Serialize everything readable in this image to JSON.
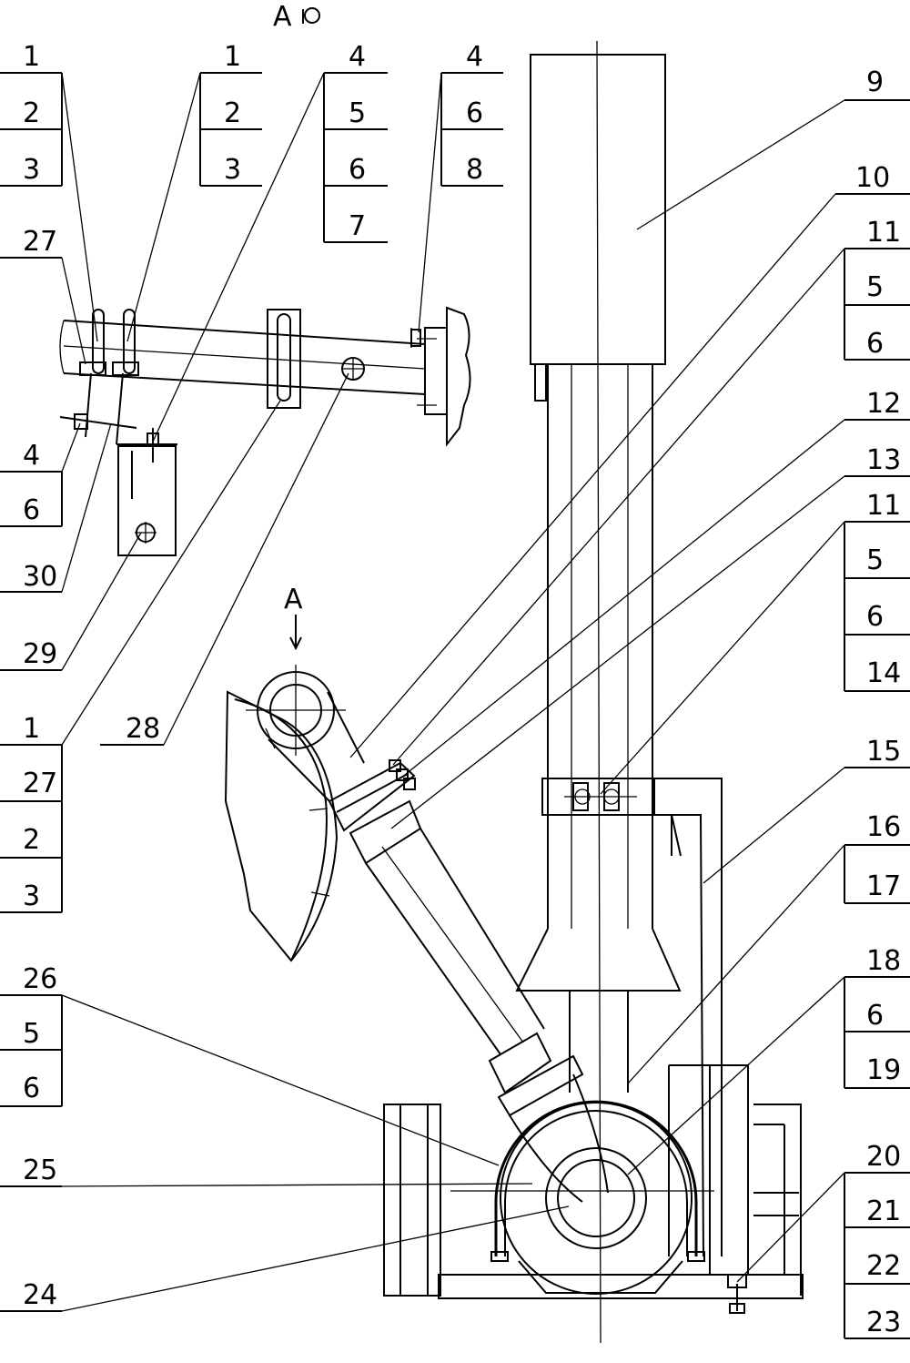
{
  "view_title": "A",
  "view_arrow_label": "A",
  "callouts": {
    "top1": [
      "1",
      "2",
      "3"
    ],
    "top2": [
      "1",
      "2",
      "3"
    ],
    "top3": [
      "4",
      "5",
      "6",
      "7"
    ],
    "top4": [
      "4",
      "6",
      "8"
    ],
    "left27": "27",
    "left4_6": [
      "4",
      "6"
    ],
    "left30": "30",
    "left29": "29",
    "left1_27_2_3": [
      "1",
      "27",
      "2",
      "3"
    ],
    "left28": "28",
    "left26_5_6": [
      "26",
      "5",
      "6"
    ],
    "left25": "25",
    "left24": "24",
    "right9": "9",
    "right10": "10",
    "right11a": [
      "11",
      "5",
      "6"
    ],
    "right12": "12",
    "right13": "13",
    "right11b": [
      "11",
      "5",
      "6",
      "14"
    ],
    "right15": "15",
    "right16_17": [
      "16",
      "17"
    ],
    "right18_6_19": [
      "18",
      "6",
      "19"
    ],
    "right20_23": [
      "20",
      "21",
      "22",
      "23"
    ]
  }
}
